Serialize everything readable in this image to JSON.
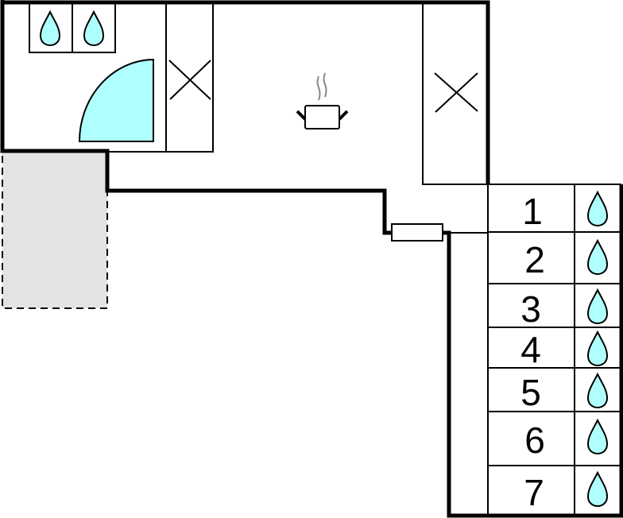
{
  "rooms": [
    {
      "label": "1"
    },
    {
      "label": "2"
    },
    {
      "label": "3"
    },
    {
      "label": "4"
    },
    {
      "label": "5"
    },
    {
      "label": "6"
    },
    {
      "label": "7"
    }
  ],
  "colors": {
    "water": "#b0ffff",
    "terrace": "#e3e3e3",
    "wall": "#000000",
    "steam": "#888888"
  },
  "icons": [
    "water-drop-icon",
    "shower-icon",
    "cabinet-icon",
    "cooking-pot-icon",
    "door-icon"
  ]
}
